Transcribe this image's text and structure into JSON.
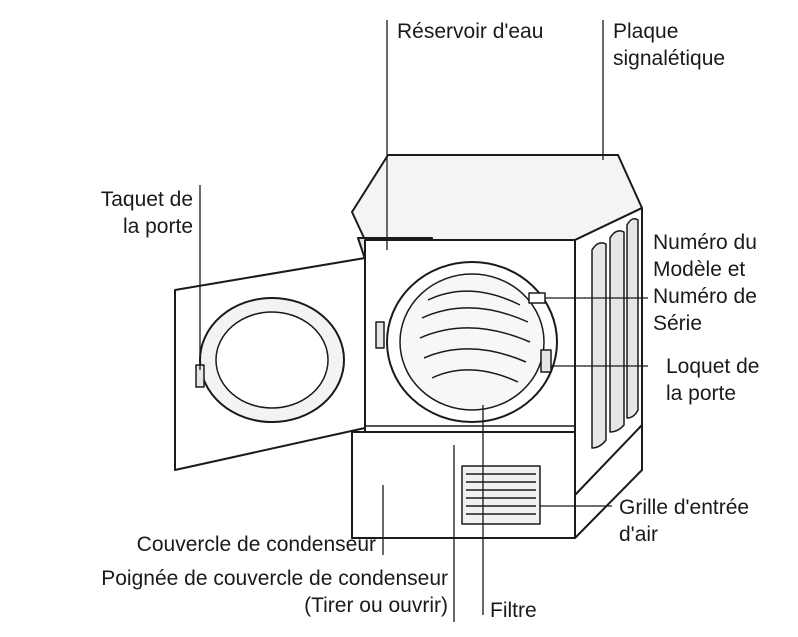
{
  "labels": {
    "water_tank": "Réservoir d'eau",
    "rating_plate_l1": "Plaque",
    "rating_plate_l2": "signalétique",
    "door_catch_l1": "Taquet de",
    "door_catch_l2": "la porte",
    "model_serial_l1": "Numéro du",
    "model_serial_l2": "Modèle et",
    "model_serial_l3": "Numéro de",
    "model_serial_l4": "Série",
    "door_latch_l1": "Loquet de",
    "door_latch_l2": "la porte",
    "air_grille_l1": "Grille d'entrée",
    "air_grille_l2": "d'air",
    "condenser_cover": "Couvercle de condenseur",
    "condenser_handle_l1": "Poignée de couvercle de condenseur",
    "condenser_handle_l2": "(Tirer ou ouvrir)",
    "filter": "Filtre"
  },
  "colors": {
    "line": "#1a1a1a",
    "fill": "#ffffff",
    "shade": "#d8d8d8"
  }
}
